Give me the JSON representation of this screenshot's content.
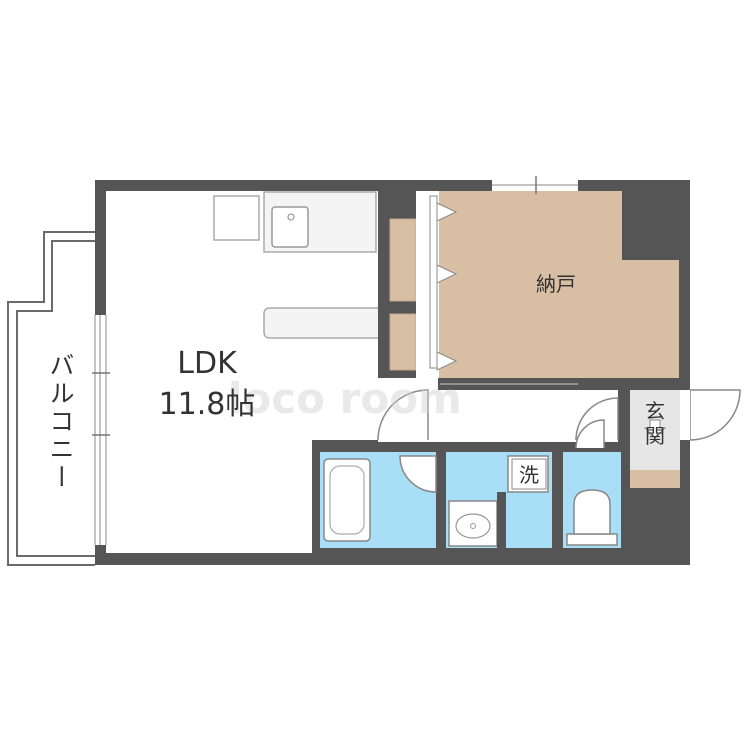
{
  "rooms": {
    "ldk": {
      "name": "LDK",
      "size": "11.8帖"
    },
    "storage": {
      "name": "納戸"
    },
    "balcony": {
      "name": "バルコニー"
    },
    "laundry": {
      "name": "洗"
    },
    "entrance": {
      "name": "玄関"
    }
  },
  "watermark": "loco room",
  "colors": {
    "wall": "#555555",
    "floor": "#ffffff",
    "storage_floor": "#d8bfa4",
    "wet_area": "#a9dff6",
    "entrance_floor": "#e6e6e6",
    "fixture": "#f2f2f2",
    "line": "#333333"
  }
}
